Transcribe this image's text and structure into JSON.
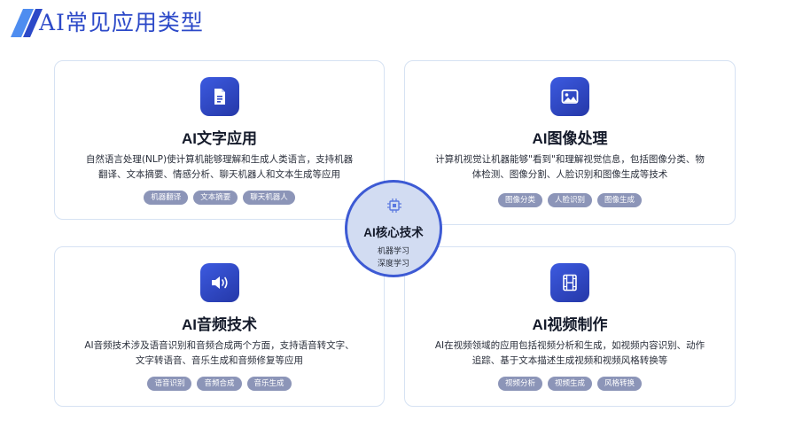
{
  "page": {
    "title": "AI常见应用类型"
  },
  "cards": [
    {
      "title": "AI文字应用",
      "icon": "document-icon",
      "desc_line1": "自然语言处理(NLP)使计算机能够理解和生成人类语言，支持机器",
      "desc_line2": "翻译、文本摘要、情感分析、聊天机器人和文本生成等应用",
      "tags": [
        "机器翻译",
        "文本摘要",
        "聊天机器人"
      ]
    },
    {
      "title": "AI图像处理",
      "icon": "image-icon",
      "desc_line1": "计算机视觉让机器能够\"看到\"和理解视觉信息，包括图像分类、物",
      "desc_line2": "体检测、图像分割、人脸识别和图像生成等技术",
      "tags": [
        "图像分类",
        "人脸识别",
        "图像生成"
      ]
    },
    {
      "title": "AI音频技术",
      "icon": "speaker-icon",
      "desc_line1": "AI音频技术涉及语音识别和音频合成两个方面，支持语音转文字、",
      "desc_line2": "文字转语音、音乐生成和音频修复等应用",
      "tags": [
        "语音识别",
        "音频合成",
        "音乐生成"
      ]
    },
    {
      "title": "AI视频制作",
      "icon": "film-icon",
      "desc_line1": "AI在视频领域的应用包括视频分析和生成，如视频内容识别、动作",
      "desc_line2": "追踪、基于文本描述生成视频和视频风格转换等",
      "tags": [
        "视频分析",
        "视频生成",
        "风格转换"
      ]
    }
  ],
  "core": {
    "title": "AI核心技术",
    "icon": "chip-icon",
    "items": [
      "机器学习",
      "深度学习"
    ]
  },
  "colors": {
    "accent": "#2c49c8",
    "icon_bg": "#2f47c4",
    "tag_bg": "#8c95b8",
    "card_border": "#d6e2f3",
    "core_fill": "#d2dcf2"
  }
}
